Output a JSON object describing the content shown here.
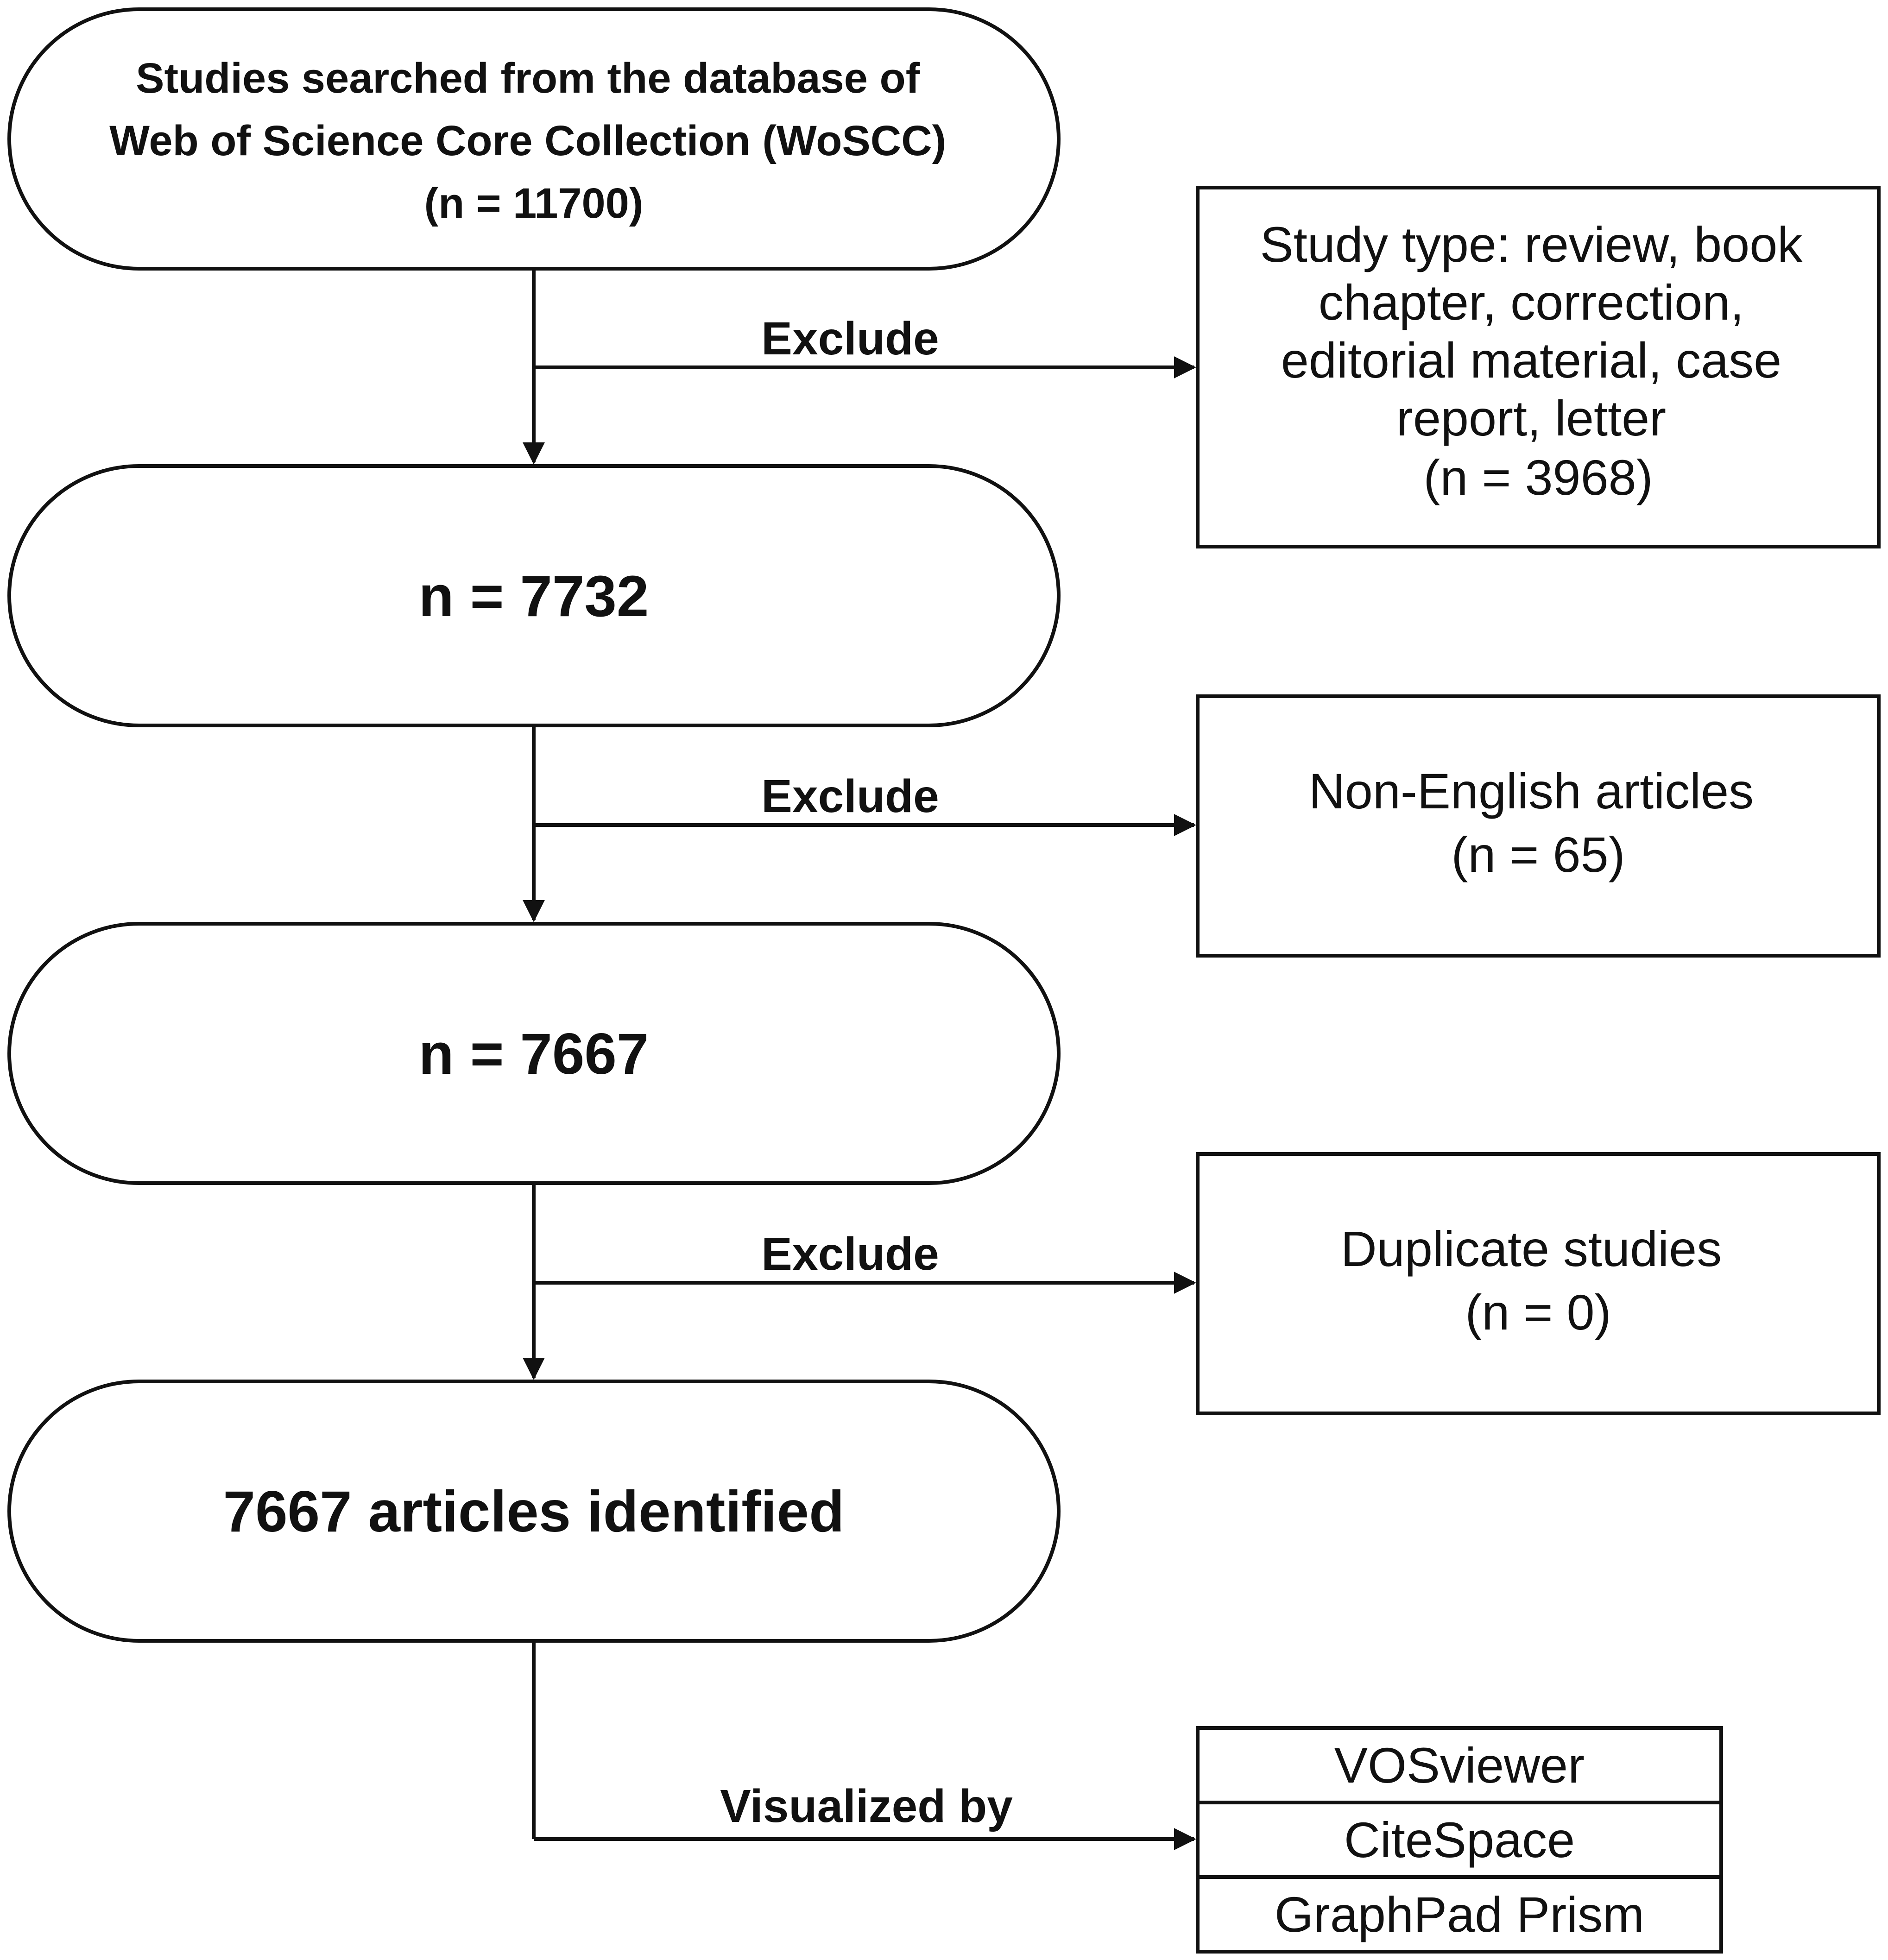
{
  "flowchart": {
    "main_nodes": [
      {
        "id": "search",
        "lines": [
          "Studies searched from the database of",
          "Web of Science Core Collection (WoSCC)",
          "(n = 11700)"
        ]
      },
      {
        "id": "after_type",
        "lines": [
          "n = 7732"
        ]
      },
      {
        "id": "after_language",
        "lines": [
          "n = 7667"
        ]
      },
      {
        "id": "final",
        "lines": [
          "7667 articles identified"
        ]
      }
    ],
    "exclusion_nodes": [
      {
        "id": "type_excluded",
        "lines": [
          "Study type: review, book",
          "chapter, correction,",
          "editorial material, case",
          "report, letter",
          "(n = 3968)"
        ]
      },
      {
        "id": "language_excluded",
        "lines": [
          "Non-English articles",
          "(n = 65)"
        ]
      },
      {
        "id": "duplicates_excluded",
        "lines": [
          "Duplicate studies",
          "(n = 0)"
        ]
      }
    ],
    "edge_labels": {
      "exclude": "Exclude",
      "visualized_by": "Visualized by"
    },
    "tools": [
      "VOSviewer",
      "CiteSpace",
      "GraphPad Prism"
    ]
  },
  "colors": {
    "stroke": "#111111",
    "background": "#ffffff",
    "text": "#111111"
  }
}
